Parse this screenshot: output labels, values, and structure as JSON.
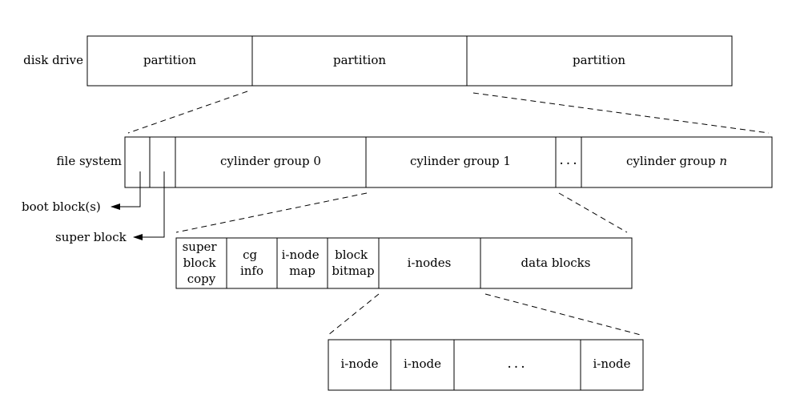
{
  "disk_drive": {
    "label": "disk drive",
    "partitions": [
      "partition",
      "partition",
      "partition"
    ]
  },
  "file_system": {
    "label": "file system",
    "cylinder_groups": [
      {
        "name": "cylinder group 0",
        "prefix": "",
        "suffix": ""
      },
      {
        "name": "cylinder group 1",
        "prefix": "",
        "suffix": ""
      },
      {
        "name": "cylinder group n",
        "prefix": "cylinder group ",
        "suffix": "n"
      }
    ],
    "ellipsis": "..."
  },
  "callouts": {
    "boot_block": "boot block(s)",
    "super_block": "super block"
  },
  "cylinder_group": {
    "super_block_copy": [
      "super",
      "block",
      "copy"
    ],
    "cg_info": [
      "cg",
      "info"
    ],
    "inode_map": [
      "i-node",
      "map"
    ],
    "block_bitmap": [
      "block",
      "bitmap"
    ],
    "inodes": "i-nodes",
    "data_blocks": "data blocks"
  },
  "inode_array": {
    "inode_1": "i-node",
    "inode_2": "i-node",
    "ellipsis": "...",
    "inode_last": "i-node"
  }
}
